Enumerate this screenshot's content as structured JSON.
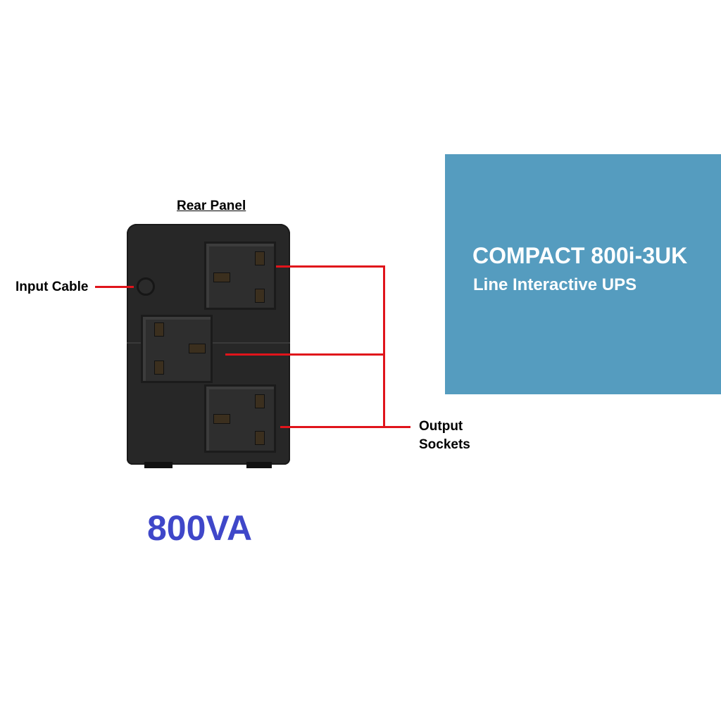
{
  "rear_panel_title": "Rear Panel",
  "labels": {
    "input_cable": "Input Cable",
    "output_sockets_line1": "Output",
    "output_sockets_line2": "Sockets"
  },
  "capacity": "800VA",
  "product": {
    "name": "COMPACT 800i-3UK",
    "subtitle": "Line Interactive UPS"
  },
  "colors": {
    "panel": "#559cbf",
    "capacity_text": "#3f47c9",
    "callout_line": "#e0141b"
  }
}
